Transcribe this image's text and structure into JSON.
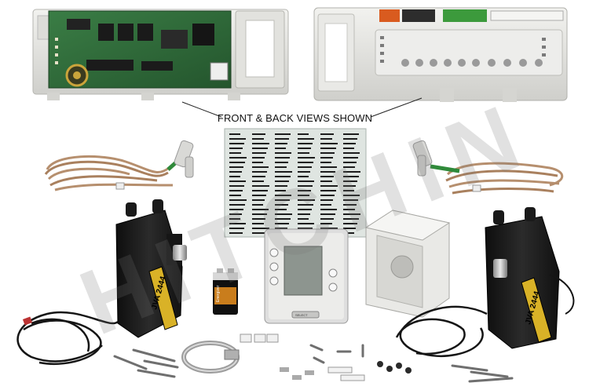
{
  "caption": "FRONT & BACK VIEWS SHOWN",
  "watermark": "HITCHIN",
  "actuator_label": "JVA 2444",
  "battery_brand": "Energizer",
  "thermostat_button": "SELECT",
  "colors": {
    "circuit_board": "#2f6a3a",
    "housing_white": "#e6e6e2",
    "actuator_black": "#1f1f1f",
    "actuator_label": "#d9b227",
    "cable_tan": "#b68f6e",
    "cable_black": "#151515"
  },
  "icons": [
    "pcb-front-panel",
    "pcb-back-panel",
    "temperature-sensor",
    "label-sheet",
    "thermostat",
    "junction-box",
    "valve-actuator",
    "battery",
    "hose-clamp",
    "screws"
  ]
}
